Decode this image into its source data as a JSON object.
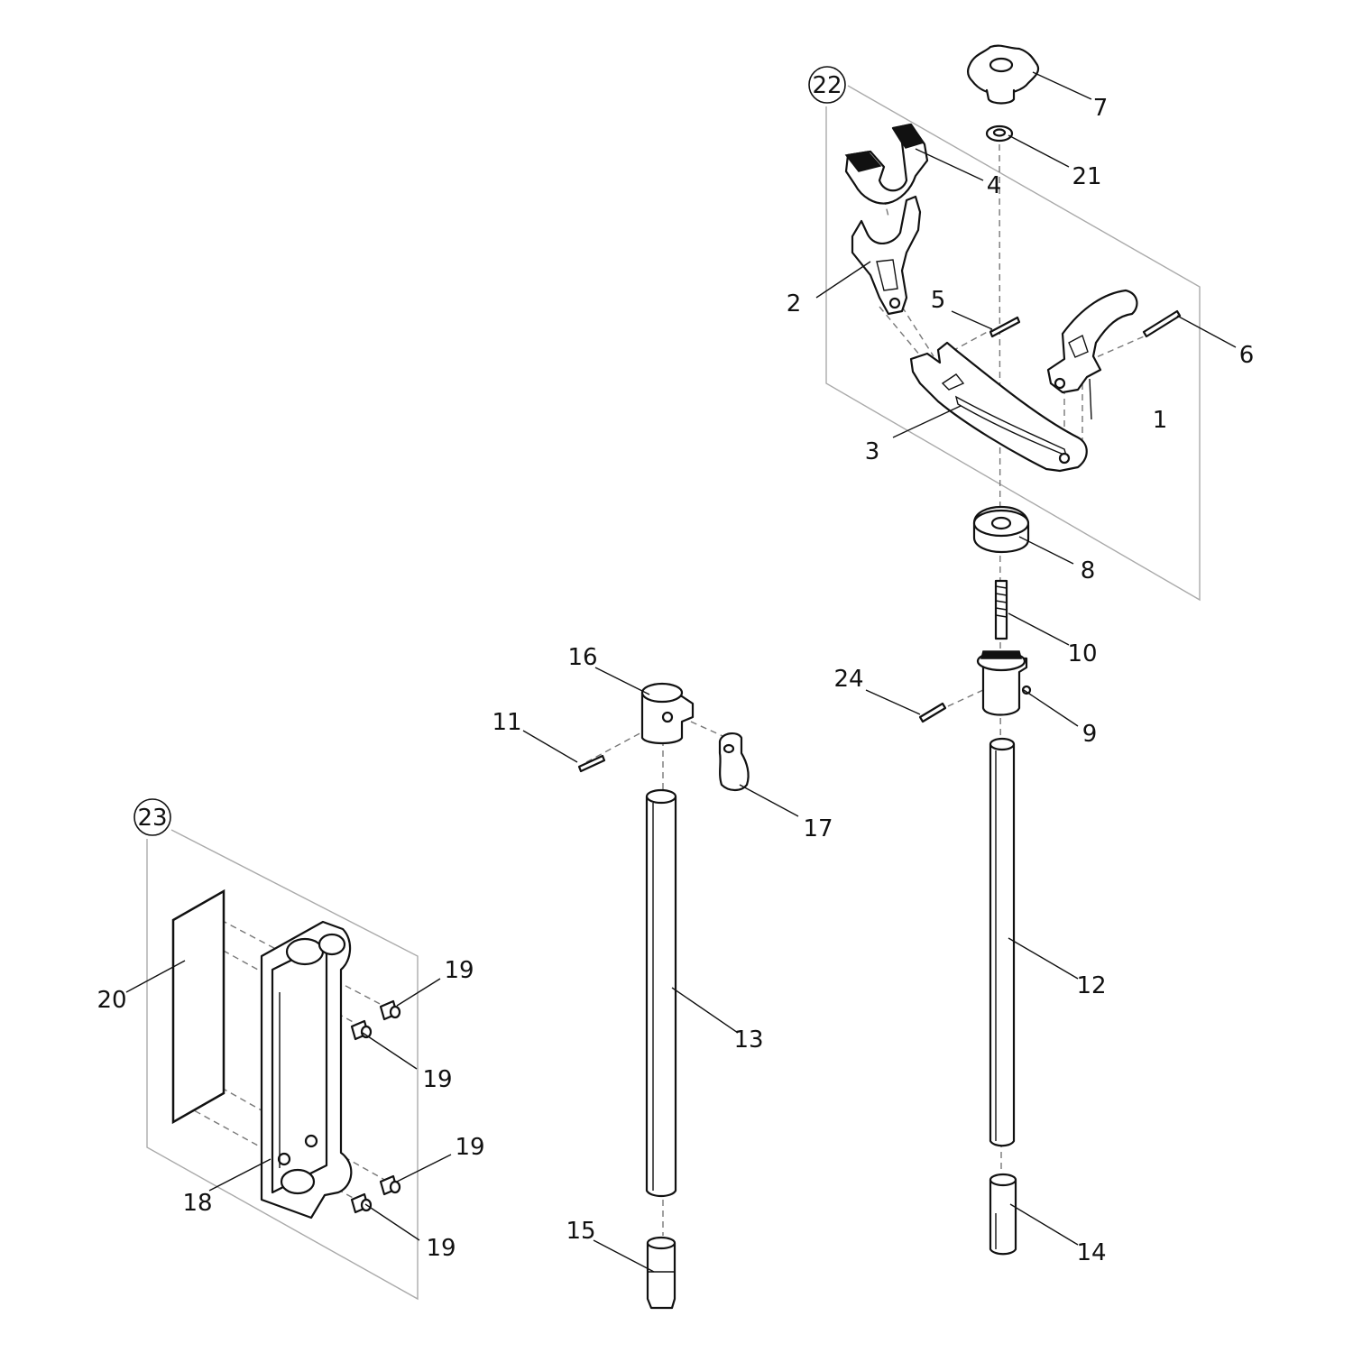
{
  "diagram": {
    "callouts": [
      {
        "id": "c1",
        "text": "1"
      },
      {
        "id": "c2",
        "text": "2"
      },
      {
        "id": "c3",
        "text": "3"
      },
      {
        "id": "c4",
        "text": "4"
      },
      {
        "id": "c5",
        "text": "5"
      },
      {
        "id": "c6",
        "text": "6"
      },
      {
        "id": "c7",
        "text": "7"
      },
      {
        "id": "c8",
        "text": "8"
      },
      {
        "id": "c9",
        "text": "9"
      },
      {
        "id": "c10",
        "text": "10"
      },
      {
        "id": "c11",
        "text": "11"
      },
      {
        "id": "c12",
        "text": "12"
      },
      {
        "id": "c13",
        "text": "13"
      },
      {
        "id": "c14",
        "text": "14"
      },
      {
        "id": "c15",
        "text": "15"
      },
      {
        "id": "c16",
        "text": "16"
      },
      {
        "id": "c17",
        "text": "17"
      },
      {
        "id": "c18",
        "text": "18"
      },
      {
        "id": "c19a",
        "text": "19"
      },
      {
        "id": "c19b",
        "text": "19"
      },
      {
        "id": "c19c",
        "text": "19"
      },
      {
        "id": "c19d",
        "text": "19"
      },
      {
        "id": "c20",
        "text": "20"
      },
      {
        "id": "c21",
        "text": "21"
      },
      {
        "id": "c22",
        "text": "22"
      },
      {
        "id": "c23",
        "text": "23"
      },
      {
        "id": "c24",
        "text": "24"
      }
    ]
  }
}
